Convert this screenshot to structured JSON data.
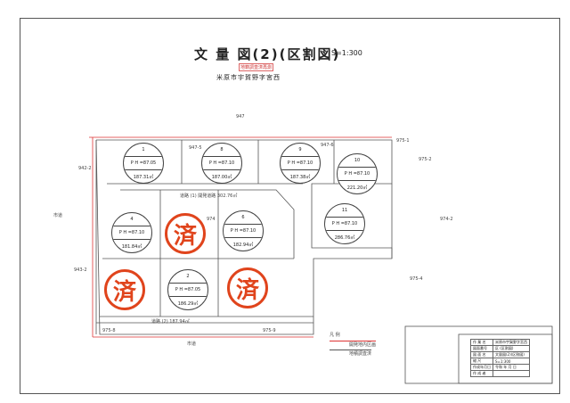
{
  "header": {
    "title": "文 量 図(2)(区割図)",
    "scale": "S=1:300",
    "stamp_label": "地籍調査済再測",
    "location": "米原市宇賀野字宮西"
  },
  "lots": [
    {
      "no": "1",
      "ph": "P H =87.05",
      "area": "187.31㎡"
    },
    {
      "no": "8",
      "ph": "P H =87.10",
      "area": "187.00㎡"
    },
    {
      "no": "9",
      "ph": "P H =87.10",
      "area": "187.38㎡"
    },
    {
      "no": "10",
      "ph": "P H =87.10",
      "area": "221.20㎡"
    },
    {
      "no": "4",
      "ph": "P H =87.10",
      "area": "181.84㎡"
    },
    {
      "no": "6",
      "ph": "P H =87.10",
      "area": "182.94㎡"
    },
    {
      "no": "11",
      "ph": "P H =87.10",
      "area": "286.76㎡"
    },
    {
      "no": "2",
      "ph": "P H =87.05",
      "area": "186.29㎡"
    }
  ],
  "stamps": [
    "済",
    "済",
    "済"
  ],
  "labels": {
    "road1": "道路 (1) 開発道路 302.76㎡",
    "road2": "道路 (2) 187.94㎡",
    "city_road": "市道",
    "parcel_947": "947",
    "parcel_947_5": "947-5",
    "parcel_947_6": "947-6",
    "parcel_975_1": "975-1",
    "parcel_975_2": "975-2",
    "parcel_974": "974",
    "parcel_974_2": "974-2",
    "parcel_975_4": "975-4",
    "parcel_975_8": "975-8",
    "parcel_975_9": "975-9",
    "parcel_942_2": "942-2",
    "parcel_943_2": "943-2",
    "legend_title": "凡 例",
    "legend_1": "開発地内区画",
    "legend_2": "地積調査済"
  },
  "title_block": {
    "rows": [
      "作 業 名",
      "図面番号",
      "図 面 名",
      "縮 尺",
      "作成年月日",
      "作 成 者"
    ],
    "values": [
      "米原市宇賀野字宮西",
      "区 (区割図)",
      "文量図(2)(区割図)",
      "S=1:300",
      "令和 年 月 日",
      ""
    ]
  }
}
